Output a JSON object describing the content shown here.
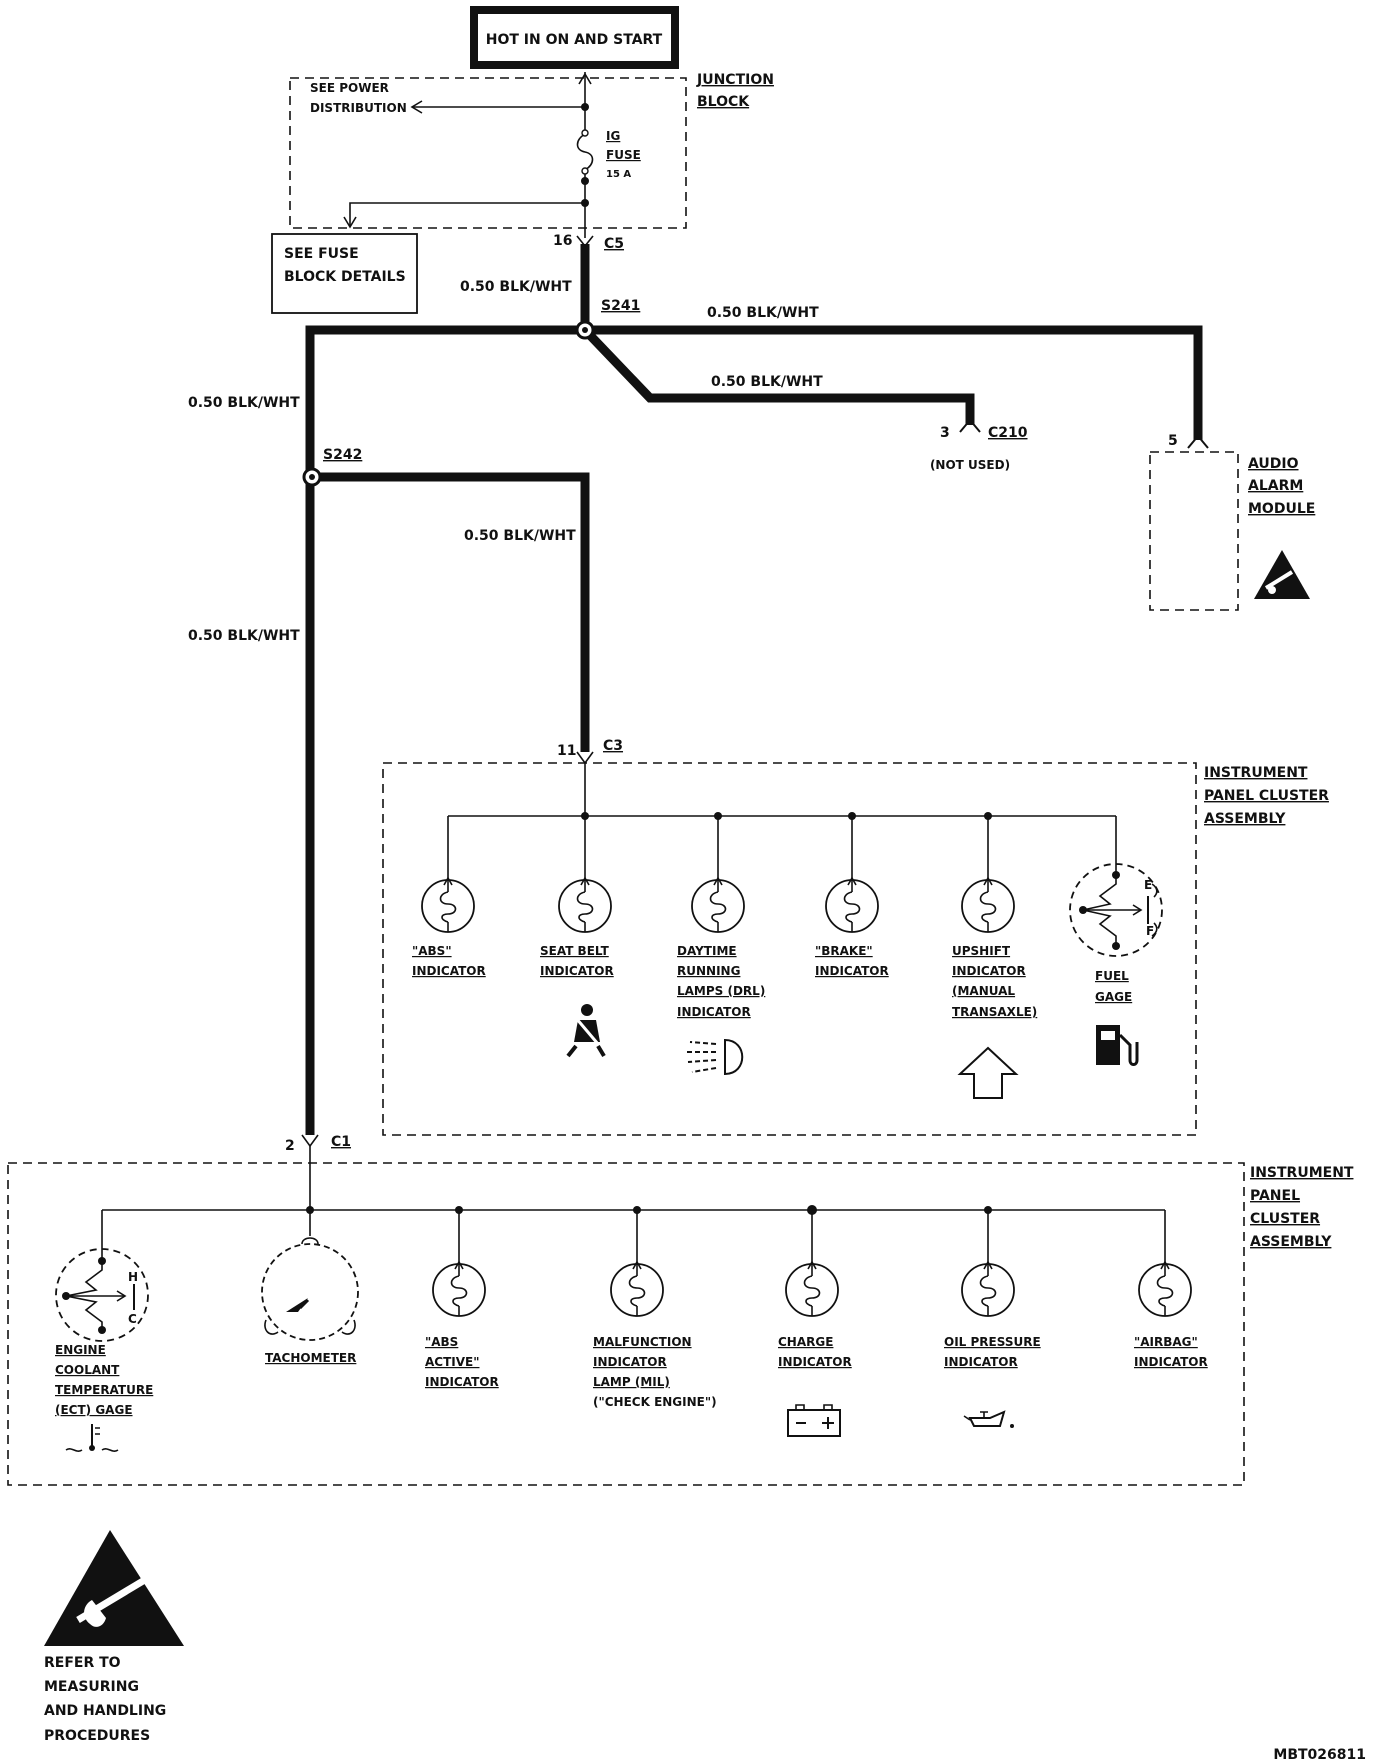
{
  "power_source": "HOT IN ON AND START",
  "junction_block": {
    "label_1": "JUNCTION",
    "label_2": "BLOCK"
  },
  "power_distribution": {
    "line1": "SEE POWER",
    "line2": "DISTRIBUTION"
  },
  "fuse": {
    "l1": "IG",
    "l2": "FUSE",
    "rating": "15 A"
  },
  "fuse_block_details": {
    "line1": "SEE FUSE",
    "line2": "BLOCK DETAILS"
  },
  "wire_label": "0.50 BLK/WHT",
  "connectors": {
    "c5": {
      "pin": "16",
      "name": "C5"
    },
    "c210": {
      "pin": "3",
      "name": "C210",
      "note": "(NOT USED)"
    },
    "audio": {
      "pin": "5"
    },
    "c3": {
      "pin": "11",
      "name": "C3"
    },
    "c1": {
      "pin": "2",
      "name": "C1"
    }
  },
  "splices": {
    "s241": "S241",
    "s242": "S242"
  },
  "audio_alarm_module": [
    "AUDIO",
    "ALARM",
    "MODULE"
  ],
  "upper_cluster": {
    "title": [
      "INSTRUMENT",
      "PANEL CLUSTER",
      "ASSEMBLY"
    ],
    "components": [
      {
        "id": "abs",
        "lines": [
          "\"ABS\"",
          "INDICATOR"
        ]
      },
      {
        "id": "seatbelt",
        "lines": [
          "SEAT BELT",
          "INDICATOR"
        ]
      },
      {
        "id": "drl",
        "lines": [
          "DAYTIME",
          "RUNNING",
          "LAMPS (DRL)",
          "INDICATOR"
        ]
      },
      {
        "id": "brake",
        "lines": [
          "\"BRAKE\"",
          "INDICATOR"
        ]
      },
      {
        "id": "upshift",
        "lines": [
          "UPSHIFT",
          "INDICATOR",
          "(MANUAL",
          "TRANSAXLE)"
        ]
      },
      {
        "id": "fuel",
        "lines": [
          "FUEL",
          "GAGE"
        ],
        "marks": [
          "E",
          "F"
        ]
      }
    ]
  },
  "lower_cluster": {
    "title": [
      "INSTRUMENT",
      "PANEL",
      "CLUSTER",
      "ASSEMBLY"
    ],
    "components": [
      {
        "id": "ect",
        "lines": [
          "ENGINE",
          "COOLANT",
          "TEMPERATURE",
          "(ECT) GAGE"
        ],
        "marks": [
          "H",
          "C"
        ]
      },
      {
        "id": "tach",
        "lines": [
          "TACHOMETER"
        ]
      },
      {
        "id": "absactive",
        "lines": [
          "\"ABS",
          "ACTIVE\"",
          "INDICATOR"
        ]
      },
      {
        "id": "mil",
        "lines": [
          "MALFUNCTION",
          "INDICATOR",
          "LAMP (MIL)",
          "(\"CHECK ENGINE\")"
        ]
      },
      {
        "id": "charge",
        "lines": [
          "CHARGE",
          "INDICATOR"
        ]
      },
      {
        "id": "oil",
        "lines": [
          "OIL PRESSURE",
          "INDICATOR"
        ]
      },
      {
        "id": "airbag",
        "lines": [
          "\"AIRBAG\"",
          "INDICATOR"
        ]
      }
    ]
  },
  "esd_note": [
    "REFER TO",
    "MEASURING",
    "AND HANDLING",
    "PROCEDURES"
  ],
  "figure_id": "MBT026811"
}
